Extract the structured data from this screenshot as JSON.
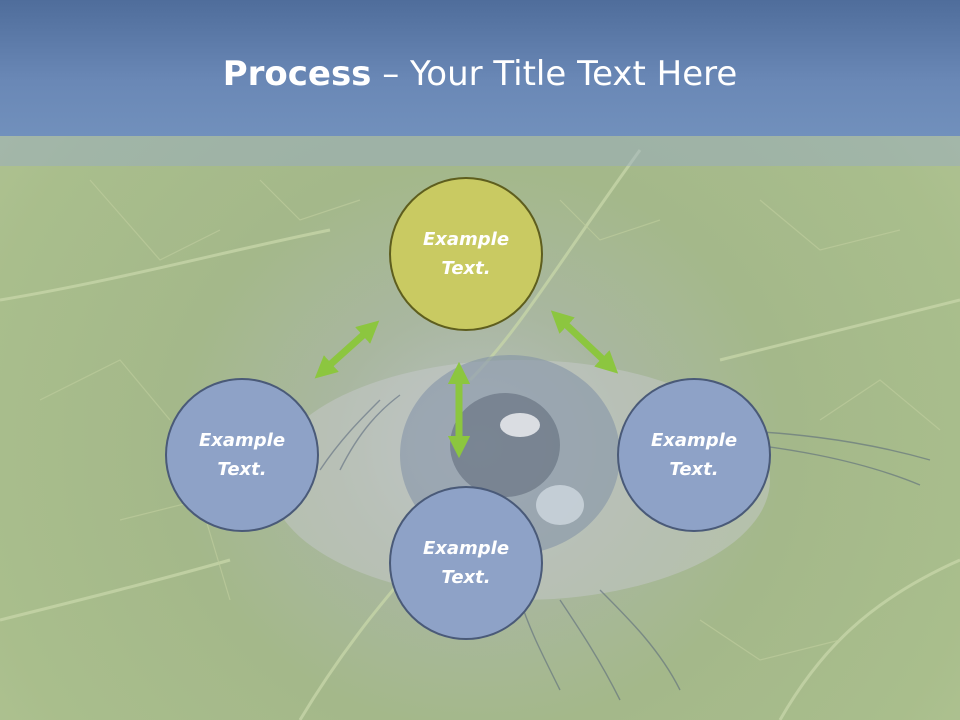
{
  "slide": {
    "title_bold": "Process",
    "title_rest": " – Your Title Text Here"
  },
  "nodes": {
    "top": "Example Text.",
    "left": "Example Text.",
    "right": "Example Text.",
    "bottom": "Example Text."
  },
  "colors": {
    "header": "#6a88b6",
    "node_blue": "#8ea2c7",
    "node_green": "#c9ca62",
    "arrow": "#8cc63f"
  },
  "icons": [
    "double-arrow-icon"
  ]
}
